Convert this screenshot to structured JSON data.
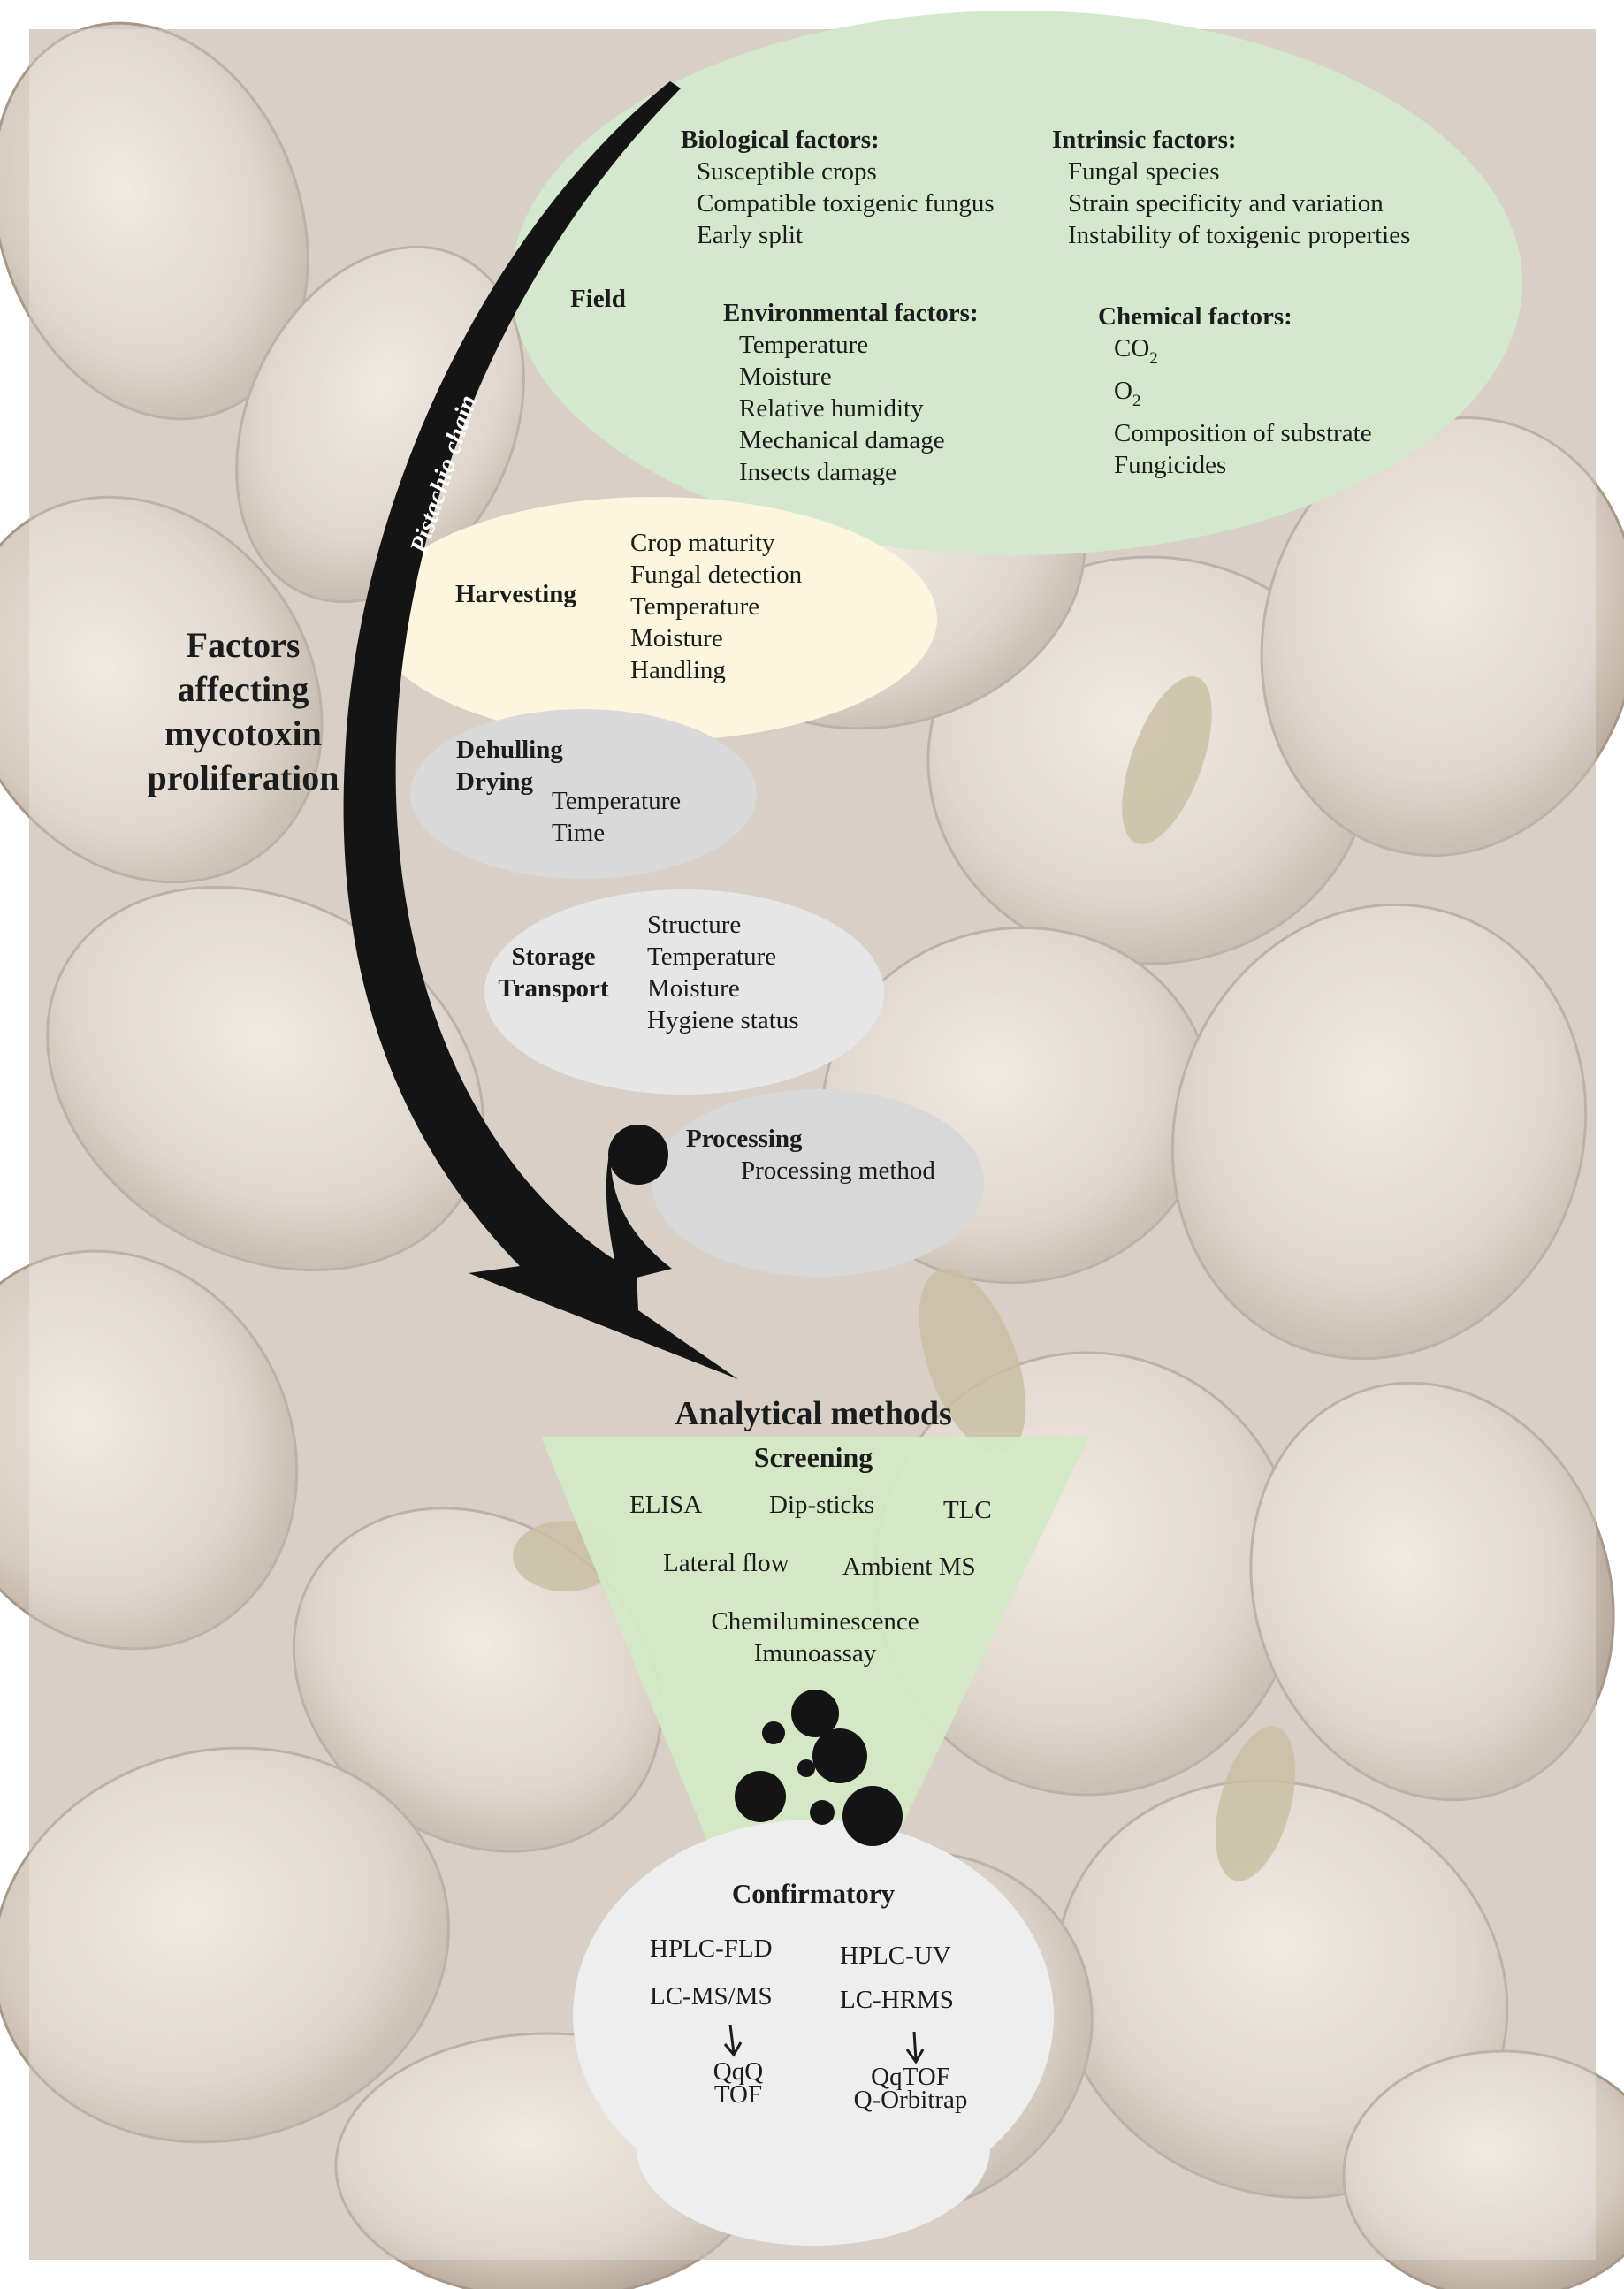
{
  "title": {
    "line1": "Factors",
    "line2": "affecting",
    "line3": "mycotoxin",
    "line4": "proliferation"
  },
  "chain_label": "Pistachio chain",
  "field": {
    "label": "Field",
    "biological": {
      "heading": "Biological factors:",
      "items": [
        "Susceptible crops",
        "Compatible toxigenic fungus",
        "Early split"
      ]
    },
    "intrinsic": {
      "heading": "Intrinsic factors:",
      "items": [
        "Fungal species",
        "Strain specificity and variation",
        "Instability of toxigenic properties"
      ]
    },
    "environmental": {
      "heading": "Environmental factors:",
      "items": [
        "Temperature",
        "Moisture",
        "Relative humidity",
        "Mechanical damage",
        "Insects damage"
      ]
    },
    "chemical": {
      "heading": "Chemical factors:",
      "items": [
        {
          "base": "CO",
          "sub": "2"
        },
        {
          "base": "O",
          "sub": "2"
        },
        "Composition of substrate",
        "Fungicides"
      ]
    }
  },
  "harvesting": {
    "label": "Harvesting",
    "items": [
      "Crop maturity",
      "Fungal detection",
      "Temperature",
      "Moisture",
      "Handling"
    ]
  },
  "dehulling": {
    "label1": "Dehulling",
    "label2": "Drying",
    "items": [
      "Temperature",
      "Time"
    ]
  },
  "storage": {
    "label1": "Storage",
    "label2": "Transport",
    "items": [
      "Structure",
      "Temperature",
      "Moisture",
      "Hygiene status"
    ]
  },
  "processing": {
    "label": "Processing",
    "items": [
      "Processing method"
    ]
  },
  "analytical": {
    "title": "Analytical methods",
    "screening": {
      "label": "Screening",
      "methods": [
        "ELISA",
        "Dip-sticks",
        "TLC",
        "Lateral flow",
        "Ambient MS",
        "Chemiluminescence",
        "Imunoassay"
      ]
    },
    "confirmatory": {
      "label": "Confirmatory",
      "methods": [
        "HPLC-FLD",
        "HPLC-UV",
        "LC-MS/MS",
        "LC-HRMS"
      ],
      "ms_left": [
        "QqQ",
        "TOF"
      ],
      "ms_right": [
        "QqTOF",
        "Q-Orbitrap"
      ]
    }
  },
  "colors": {
    "field": "#d3e8cd",
    "harvesting": "#fbf6dd",
    "dehulling": "#d9d9d9",
    "storage": "#e6e6e6",
    "processing": "#d8d8d8",
    "confirmatory": "#eeeeee",
    "funnel": "#d4e9c6",
    "arrow": "#141414"
  }
}
